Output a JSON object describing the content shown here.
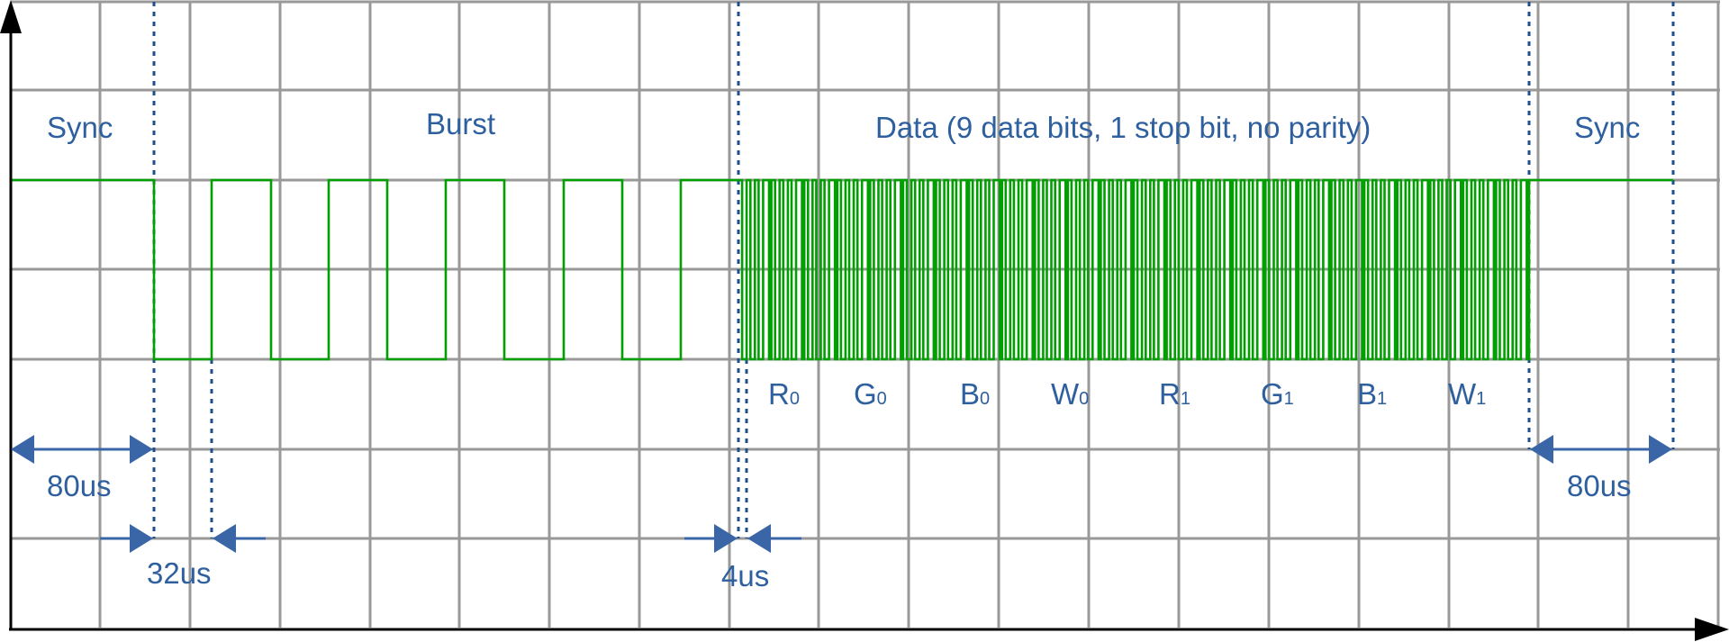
{
  "labels": {
    "sync_left": "Sync",
    "burst": "Burst",
    "data": "Data (9 data bits, 1 stop bit, no parity)",
    "sync_right": "Sync",
    "t_sync_left": "80us",
    "t_burst_period": "32us",
    "t_data_bit": "4us",
    "t_sync_right": "80us"
  },
  "channels": [
    {
      "letter": "R",
      "index": "0"
    },
    {
      "letter": "G",
      "index": "0"
    },
    {
      "letter": "B",
      "index": "0"
    },
    {
      "letter": "W",
      "index": "0"
    },
    {
      "letter": "R",
      "index": "1"
    },
    {
      "letter": "G",
      "index": "1"
    },
    {
      "letter": "B",
      "index": "1"
    },
    {
      "letter": "W",
      "index": "1"
    }
  ],
  "colors": {
    "signal": "#00a000",
    "grid": "#999999",
    "annotation": "#2e5f9e",
    "marker": "#1f4e8c",
    "axis": "#000000"
  }
}
